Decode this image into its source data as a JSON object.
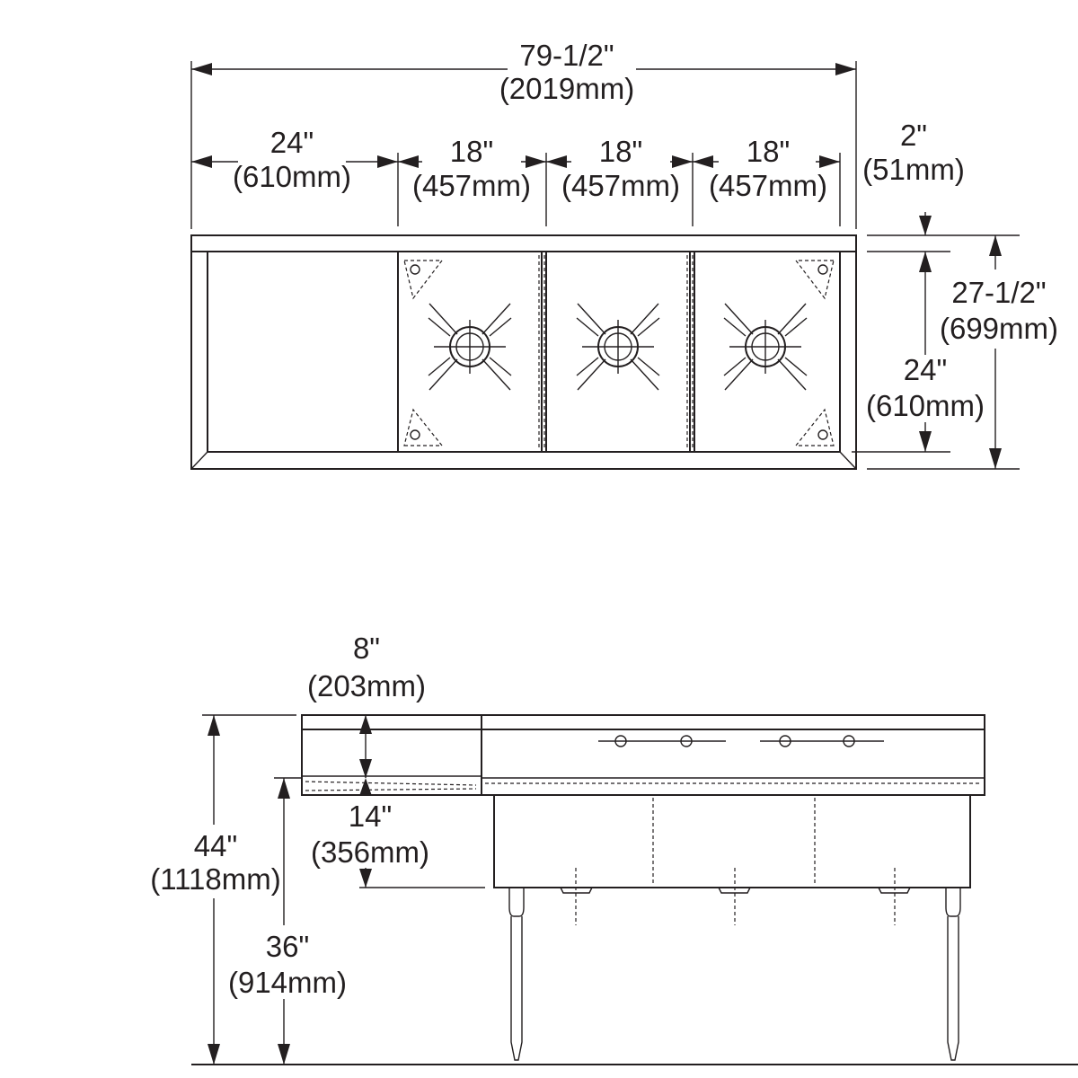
{
  "top_view": {
    "overall_width": {
      "in": "79-1/2\"",
      "mm": "(2019mm)"
    },
    "drainboard_width": {
      "in": "24\"",
      "mm": "(610mm)"
    },
    "bowl_1_width": {
      "in": "18\"",
      "mm": "(457mm)"
    },
    "bowl_2_width": {
      "in": "18\"",
      "mm": "(457mm)"
    },
    "bowl_3_width": {
      "in": "18\"",
      "mm": "(457mm)"
    },
    "end_margin": {
      "in": "2\"",
      "mm": "(51mm)"
    },
    "overall_depth": {
      "in": "27-1/2\"",
      "mm": "(699mm)"
    },
    "bowl_depth": {
      "in": "24\"",
      "mm": "(610mm)"
    }
  },
  "side_view": {
    "splash_height": {
      "in": "8\"",
      "mm": "(203mm)"
    },
    "bowl_height": {
      "in": "14\"",
      "mm": "(356mm)"
    },
    "overall_height": {
      "in": "44\"",
      "mm": "(1118mm)"
    },
    "rim_height": {
      "in": "36\"",
      "mm": "(914mm)"
    }
  },
  "bowl_count": 3
}
